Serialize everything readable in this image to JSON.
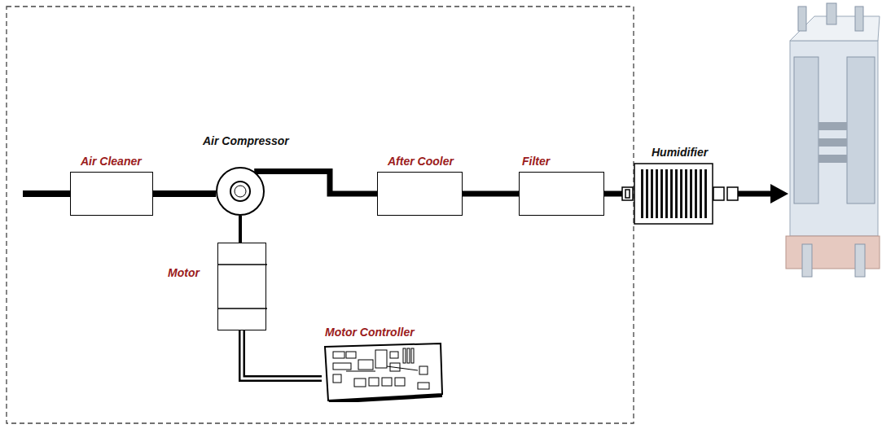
{
  "diagram": {
    "nodes": [
      {
        "text": [
          "Air Cleaner"
        ]
      },
      {
        "text": [
          "Air Compressor"
        ]
      },
      {
        "text": [
          "After Cooler"
        ]
      },
      {
        "text": [
          "Filter"
        ]
      },
      {
        "text": [
          "Humidifier"
        ]
      },
      {
        "text": [
          "Motor"
        ]
      },
      {
        "text": [
          "Motor Controller"
        ]
      }
    ],
    "edges": [
      {
        "from": 0,
        "to": 1,
        "arrow": "none"
      },
      {
        "from": 1,
        "to": 2,
        "arrow": "none"
      },
      {
        "from": 2,
        "to": 3,
        "arrow": "none"
      },
      {
        "from": 3,
        "to": 4,
        "arrow": "none"
      },
      {
        "from": 1,
        "to": 5,
        "arrow": "none"
      },
      {
        "from": 5,
        "to": 6,
        "arrow": "none"
      }
    ]
  }
}
